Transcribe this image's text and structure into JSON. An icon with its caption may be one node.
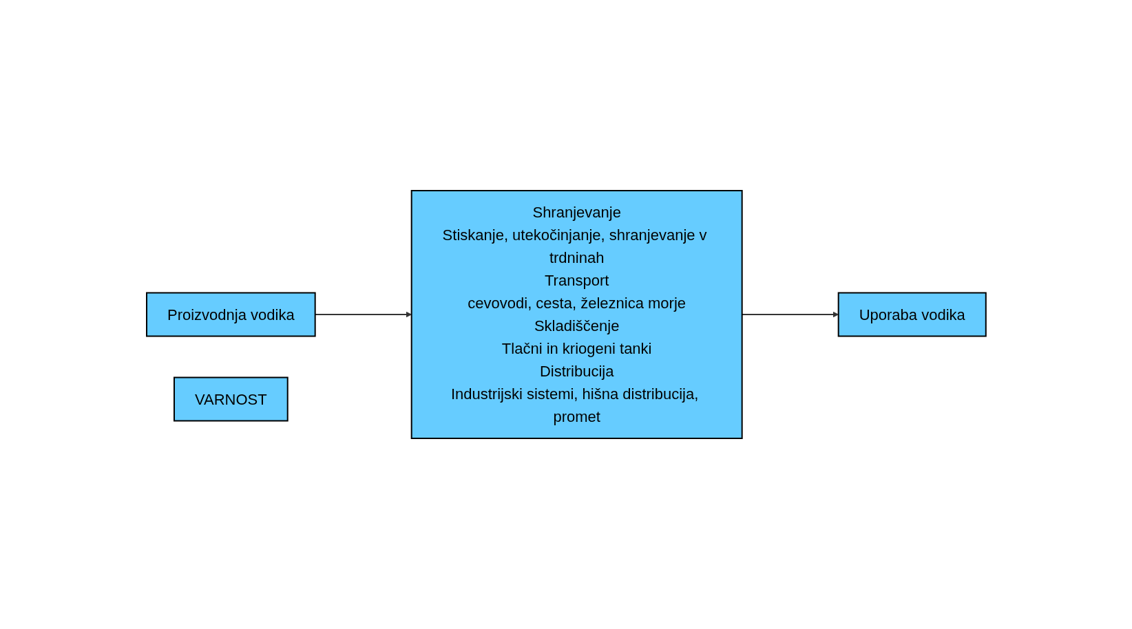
{
  "diagram": {
    "nodes": [
      {
        "text": [
          "Proizvodnja vodika"
        ]
      },
      {
        "text": [
          "Shranjevanje",
          "Stiskanje, utekočinjanje, shranjevanje v trdninah",
          "Transport",
          "cevovodi, cesta, železnica morje",
          "Skladiščenje",
          "Tlačni in kriogeni tanki",
          "Distribucija",
          "Industrijski sistemi, hišna distribucija, promet"
        ]
      },
      {
        "text": [
          "Uporaba vodika"
        ]
      },
      {
        "text": [
          "VARNOST"
        ]
      }
    ],
    "edges": [
      {
        "from": 0,
        "to": 1,
        "arrow": "to"
      },
      {
        "from": 1,
        "to": 2,
        "arrow": "to"
      }
    ]
  }
}
